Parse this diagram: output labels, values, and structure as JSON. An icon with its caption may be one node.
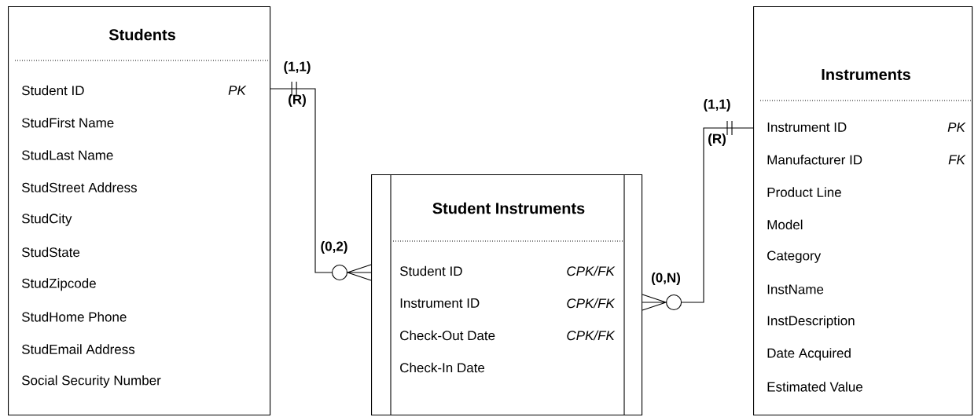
{
  "diagram": {
    "nodes": [
      {
        "text": [
          "Students",
          "Student ID",
          "PK",
          "StudFirst Name",
          "StudLast Name",
          "StudStreet Address",
          "StudCity",
          "StudState",
          "StudZipcode",
          "StudHome Phone",
          "StudEmail Address",
          "Social Security Number"
        ]
      },
      {
        "text": [
          "Student Instruments",
          "Student ID",
          "CPK/FK",
          "Instrument ID",
          "CPK/FK",
          "Check-Out Date",
          "CPK/FK",
          "Check-In Date"
        ]
      },
      {
        "text": [
          "Instruments",
          "Instrument ID",
          "PK",
          "Manufacturer ID",
          "FK",
          "Product Line",
          "Model",
          "Category",
          "InstName",
          "InstDescription",
          "Date Acquired",
          "Estimated Value"
        ]
      }
    ],
    "edges": [
      {
        "from": 0,
        "to": 1,
        "arrow": "other"
      },
      {
        "from": 2,
        "to": 1,
        "arrow": "other"
      }
    ],
    "labels": [
      "(1,1)",
      "(R)",
      "(1,1)",
      "(R)",
      "(0,2)",
      "(0,N)"
    ]
  }
}
